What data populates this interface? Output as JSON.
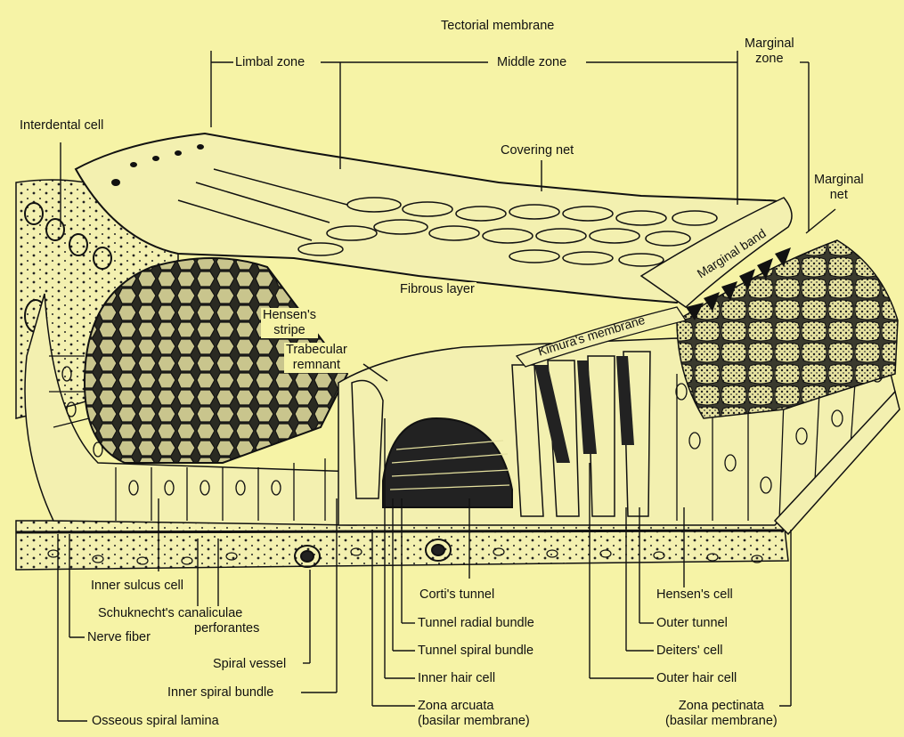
{
  "labels": {
    "tectorial_membrane": "Tectorial membrane",
    "limbal_zone": "Limbal zone",
    "middle_zone": "Middle zone",
    "marginal_zone_1": "Marginal",
    "marginal_zone_2": "zone",
    "interdental_cell": "Interdental cell",
    "covering_net": "Covering net",
    "marginal_net_1": "Marginal",
    "marginal_net_2": "net",
    "marginal_band": "Marginal band",
    "fibrous_layer": "Fibrous layer",
    "hensens_stripe_1": "Hensen's",
    "hensens_stripe_2": "stripe",
    "kimuras_membrane": "Kimura's membrane",
    "trabecular_remnant_1": "Trabecular",
    "trabecular_remnant_2": "remnant",
    "inner_sulcus_cell": "Inner sulcus cell",
    "schuknecht_1": "Schuknecht's canaliculae",
    "schuknecht_2": "perforantes",
    "nerve_fiber": "Nerve fiber",
    "spiral_vessel": "Spiral vessel",
    "inner_spiral_bundle": "Inner spiral bundle",
    "osseous_spiral_lamina": "Osseous spiral lamina",
    "cortis_tunnel": "Corti's tunnel",
    "tunnel_radial_bundle": "Tunnel radial bundle",
    "tunnel_spiral_bundle": "Tunnel spiral bundle",
    "inner_hair_cell": "Inner hair cell",
    "zona_arcuata_1": "Zona arcuata",
    "zona_arcuata_2": "(basilar membrane)",
    "hensens_cell": "Hensen's cell",
    "outer_tunnel": "Outer tunnel",
    "deiters_cell": "Deiters' cell",
    "outer_hair_cell": "Outer hair cell",
    "zona_pectinata_1": "Zona pectinata",
    "zona_pectinata_2": "(basilar membrane)"
  },
  "colors": {
    "background": "#f6f3a6",
    "ink": "#111111"
  }
}
